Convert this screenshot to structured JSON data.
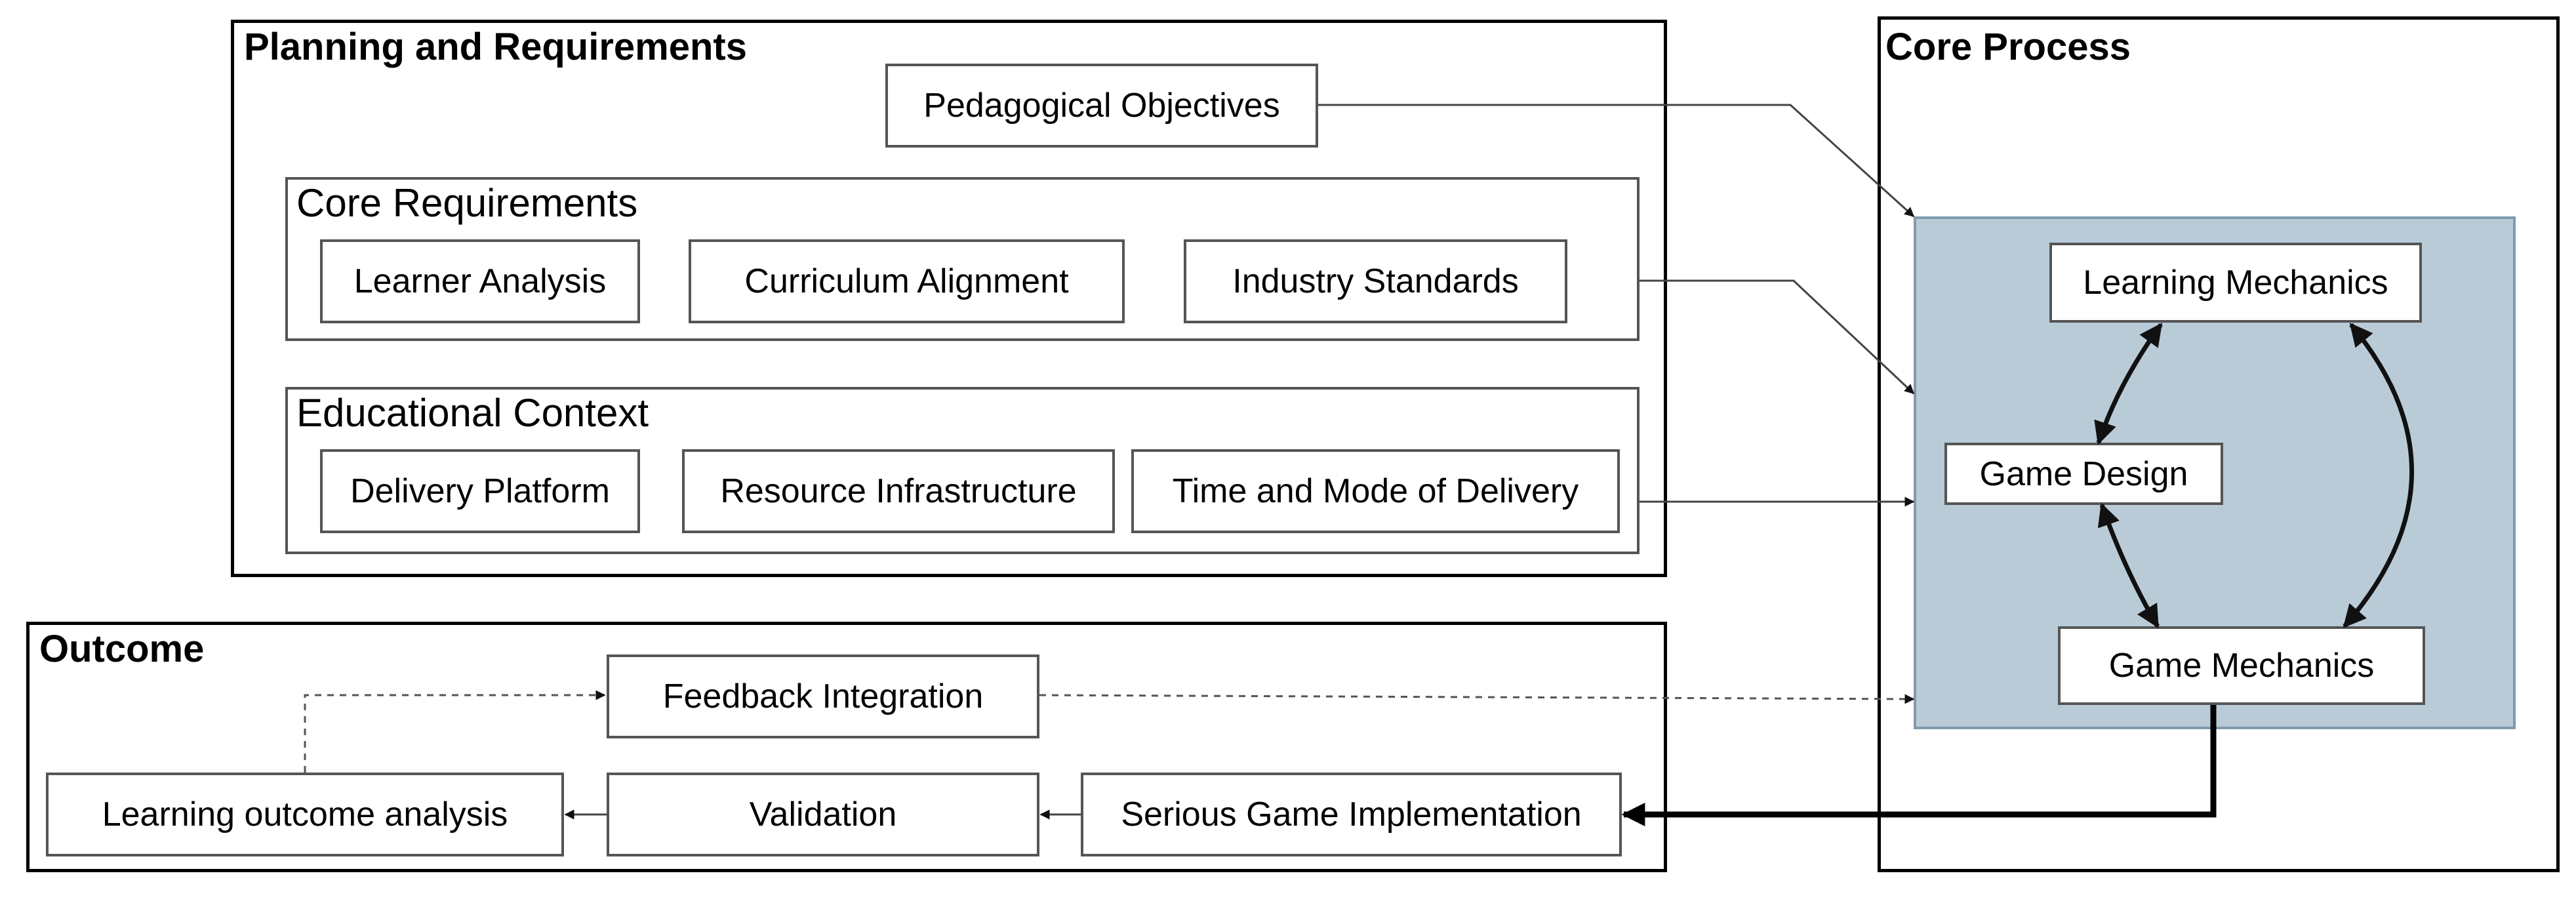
{
  "planning": {
    "title": "Planning and Requirements",
    "pedagogical_objectives": "Pedagogical Objectives",
    "core_requirements": {
      "title": "Core Requirements",
      "items": [
        "Learner Analysis",
        "Curriculum Alignment",
        "Industry Standards"
      ]
    },
    "educational_context": {
      "title": "Educational Context",
      "items": [
        "Delivery Platform",
        "Resource Infrastructure",
        "Time and Mode of Delivery"
      ]
    }
  },
  "core_process": {
    "title": "Core Process",
    "items": [
      "Learning Mechanics",
      "Game Design",
      "Game Mechanics"
    ]
  },
  "outcome": {
    "title": "Outcome",
    "feedback_integration": "Feedback Integration",
    "learning_outcome_analysis": "Learning outcome analysis",
    "validation": "Validation",
    "serious_game_implementation": "Serious Game Implementation"
  },
  "colors": {
    "core_panel_fill": "#b9cbd7",
    "core_panel_border": "#7f9bae",
    "connector": "#444444"
  }
}
